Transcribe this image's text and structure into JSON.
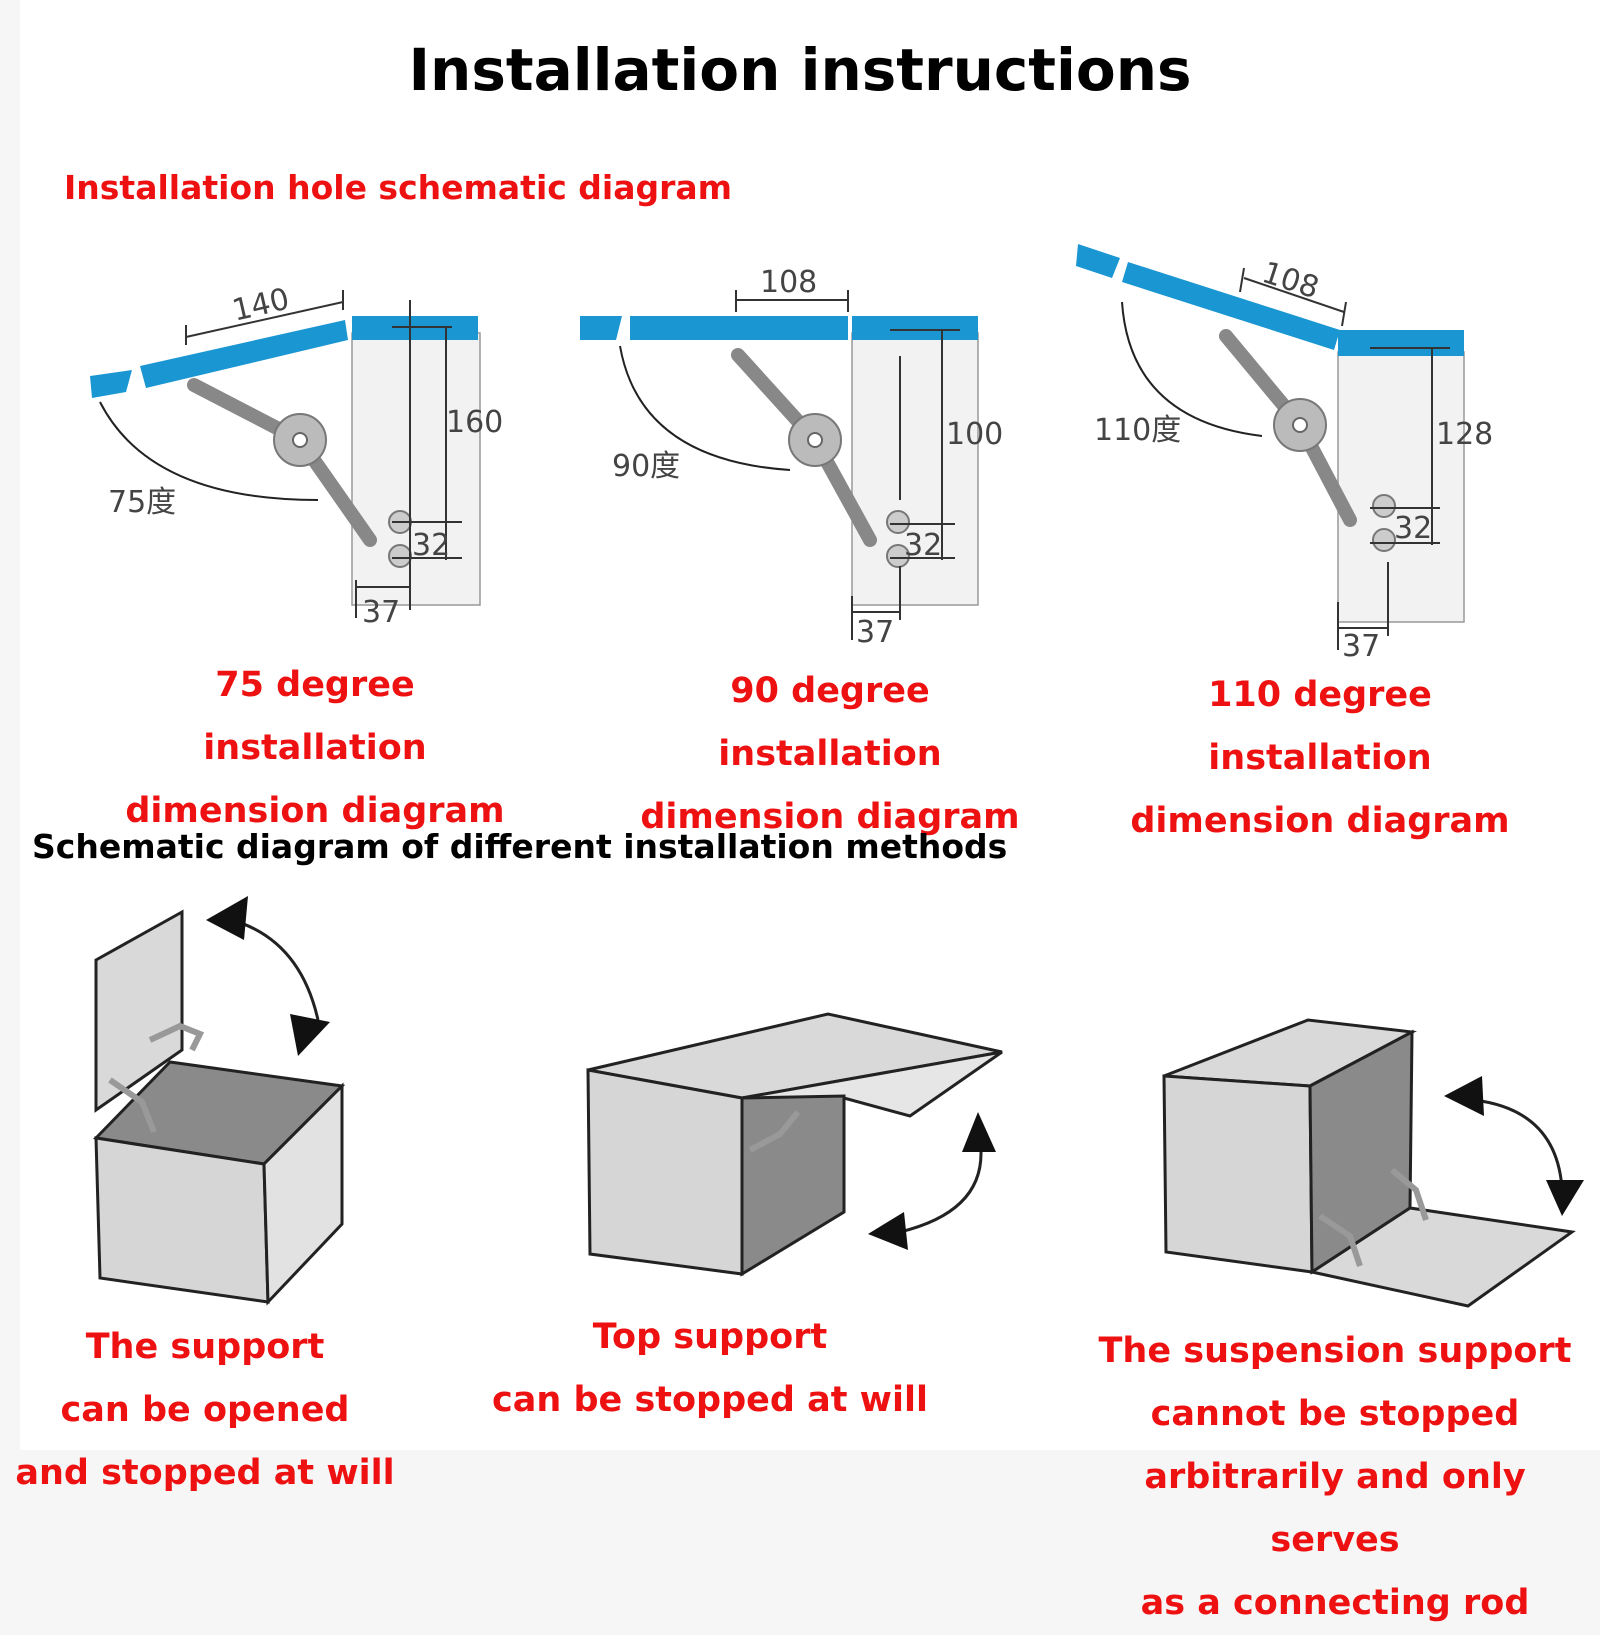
{
  "title": "Installation instructions",
  "section1": {
    "heading": "Installation hole schematic diagram",
    "diagrams": [
      {
        "angle_label": "75度",
        "dims": {
          "top": "140",
          "height": "160",
          "hole": "32",
          "offset": "37"
        },
        "caption_l1": "75 degree installation",
        "caption_l2": "dimension diagram"
      },
      {
        "angle_label": "90度",
        "dims": {
          "top": "108",
          "height": "100",
          "hole": "32",
          "offset": "37"
        },
        "caption_l1": "90 degree installation",
        "caption_l2": "dimension diagram"
      },
      {
        "angle_label": "110度",
        "dims": {
          "top": "108",
          "height": "128",
          "hole": "32",
          "offset": "37"
        },
        "caption_l1": "110 degree installation",
        "caption_l2": "dimension diagram"
      }
    ]
  },
  "section2": {
    "heading": "Schematic diagram of different installation methods",
    "methods": [
      {
        "lines": [
          "The support",
          "can be opened",
          "and stopped at will"
        ]
      },
      {
        "lines": [
          "Top support",
          "can be stopped at will"
        ]
      },
      {
        "lines": [
          "The suspension support",
          "cannot be stopped",
          "arbitrarily and only serves",
          "as a connecting rod"
        ]
      }
    ]
  },
  "colors": {
    "panel_blue": "#1a96d2",
    "caption_red": "#ee1111",
    "box_grey": "#d9d9d9",
    "box_dark": "#8a8a8a"
  }
}
